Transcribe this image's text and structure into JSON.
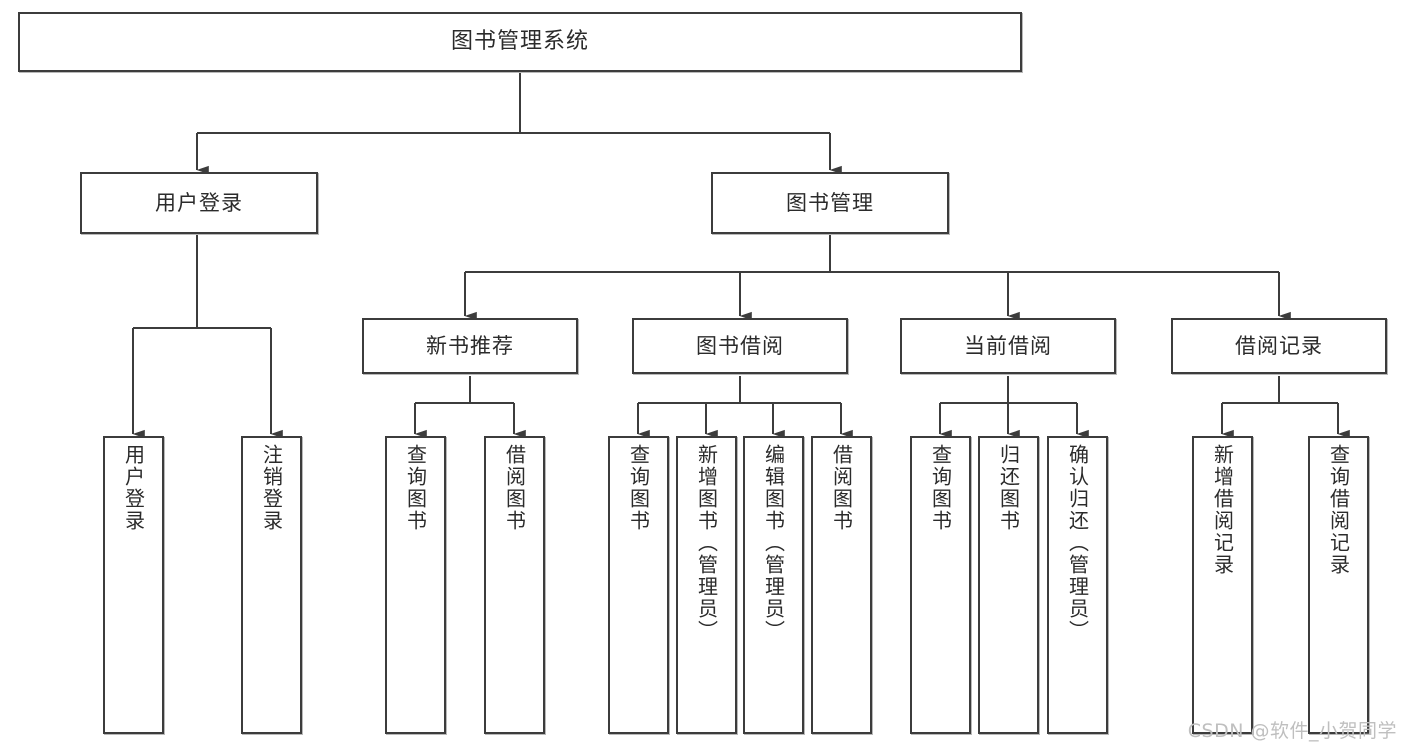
{
  "diagram": {
    "title": "图书管理系统",
    "type": "tree-hierarchy",
    "watermark": "CSDN @软件_小贺同学",
    "colors": {
      "box_border": "#3c3c3c",
      "box_fill": "#ffffff",
      "text": "#2b2b2b",
      "connector": "#3c3c3c",
      "watermark": "#bfbfbf"
    },
    "nodes": {
      "root": {
        "label": "图书管理系统"
      },
      "level2": [
        {
          "id": "user-login",
          "label": "用户登录"
        },
        {
          "id": "book-manage",
          "label": "图书管理"
        }
      ],
      "level3": [
        {
          "id": "new-book-recommend",
          "label": "新书推荐"
        },
        {
          "id": "book-borrow",
          "label": "图书借阅"
        },
        {
          "id": "current-borrow",
          "label": "当前借阅"
        },
        {
          "id": "borrow-record",
          "label": "借阅记录"
        }
      ],
      "leaves": {
        "user_login": [
          {
            "id": "leaf-user-login",
            "label": "用户登录"
          },
          {
            "id": "leaf-user-logout",
            "label": "注销登录"
          }
        ],
        "new_book_recommend": [
          {
            "id": "leaf-query-book-1",
            "label": "查询图书"
          },
          {
            "id": "leaf-borrow-book-1",
            "label": "借阅图书"
          }
        ],
        "book_borrow": [
          {
            "id": "leaf-query-book-2",
            "label": "查询图书"
          },
          {
            "id": "leaf-add-book",
            "label": "新增图书（管理员）"
          },
          {
            "id": "leaf-edit-book",
            "label": "编辑图书（管理员）"
          },
          {
            "id": "leaf-borrow-book-2",
            "label": "借阅图书"
          }
        ],
        "current_borrow": [
          {
            "id": "leaf-query-book-3",
            "label": "查询图书"
          },
          {
            "id": "leaf-return-book",
            "label": "归还图书"
          },
          {
            "id": "leaf-confirm-return",
            "label": "确认归还（管理员）"
          }
        ],
        "borrow_record": [
          {
            "id": "leaf-add-record",
            "label": "新增借阅记录"
          },
          {
            "id": "leaf-query-record",
            "label": "查询借阅记录"
          }
        ]
      }
    }
  }
}
